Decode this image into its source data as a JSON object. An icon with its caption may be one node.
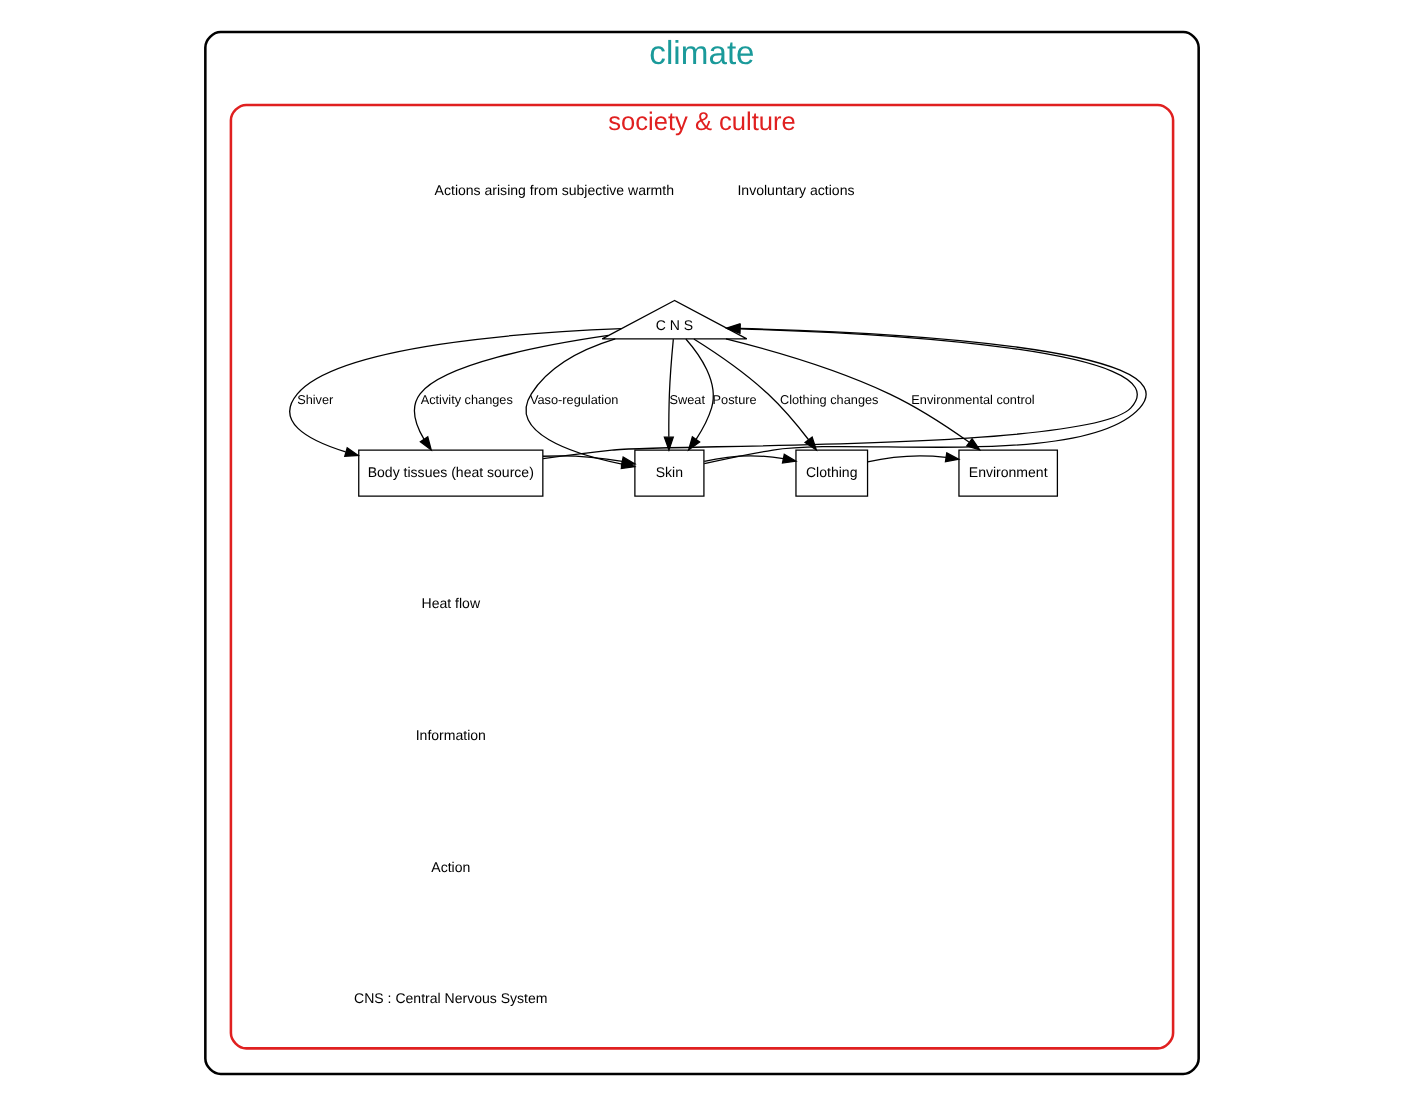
{
  "diagram": {
    "nodes": [
      {
        "text": [
          "climate"
        ]
      },
      {
        "text": [
          "society & culture"
        ],
        "in": 0
      },
      {
        "text": [
          "C N S"
        ],
        "in": 1
      },
      {
        "text": [
          "Body tissues (heat source)"
        ],
        "in": 1
      },
      {
        "text": [
          "Skin"
        ],
        "in": 1
      },
      {
        "text": [
          "Clothing"
        ],
        "in": 1
      },
      {
        "text": [
          "Environment"
        ],
        "in": 1
      }
    ],
    "edges": [
      {
        "from": 2,
        "to": 3,
        "arrow": "to",
        "label": "Shiver"
      },
      {
        "from": 2,
        "to": 4,
        "arrow": "to",
        "label": "Vaso-regulation"
      },
      {
        "from": 2,
        "to": 4,
        "arrow": "to",
        "label": "Sweat"
      },
      {
        "from": 2,
        "to": 3,
        "arrow": "to",
        "label": "Activity changes"
      },
      {
        "from": 2,
        "to": 6,
        "arrow": "to",
        "label": "Environmental control"
      },
      {
        "from": 2,
        "to": 5,
        "arrow": "to",
        "label": "Clothing changes"
      },
      {
        "from": 2,
        "to": 4,
        "arrow": "to",
        "label": "Posture"
      },
      {
        "from": 3,
        "to": 2,
        "arrow": "to"
      },
      {
        "from": 4,
        "to": 2,
        "arrow": "to"
      },
      {
        "from": 3,
        "to": 4,
        "arrow": "to"
      },
      {
        "from": 4,
        "to": 5,
        "arrow": "to"
      },
      {
        "from": 5,
        "to": 6,
        "arrow": "to"
      }
    ],
    "labels": [
      "Involuntary actions",
      "Actions arising from subjective warmth",
      "CNS : Central Nervous System"
    ],
    "legend": [
      {
        "text": "Heat flow"
      },
      {
        "text": "Information"
      },
      {
        "text": "Action"
      }
    ]
  }
}
